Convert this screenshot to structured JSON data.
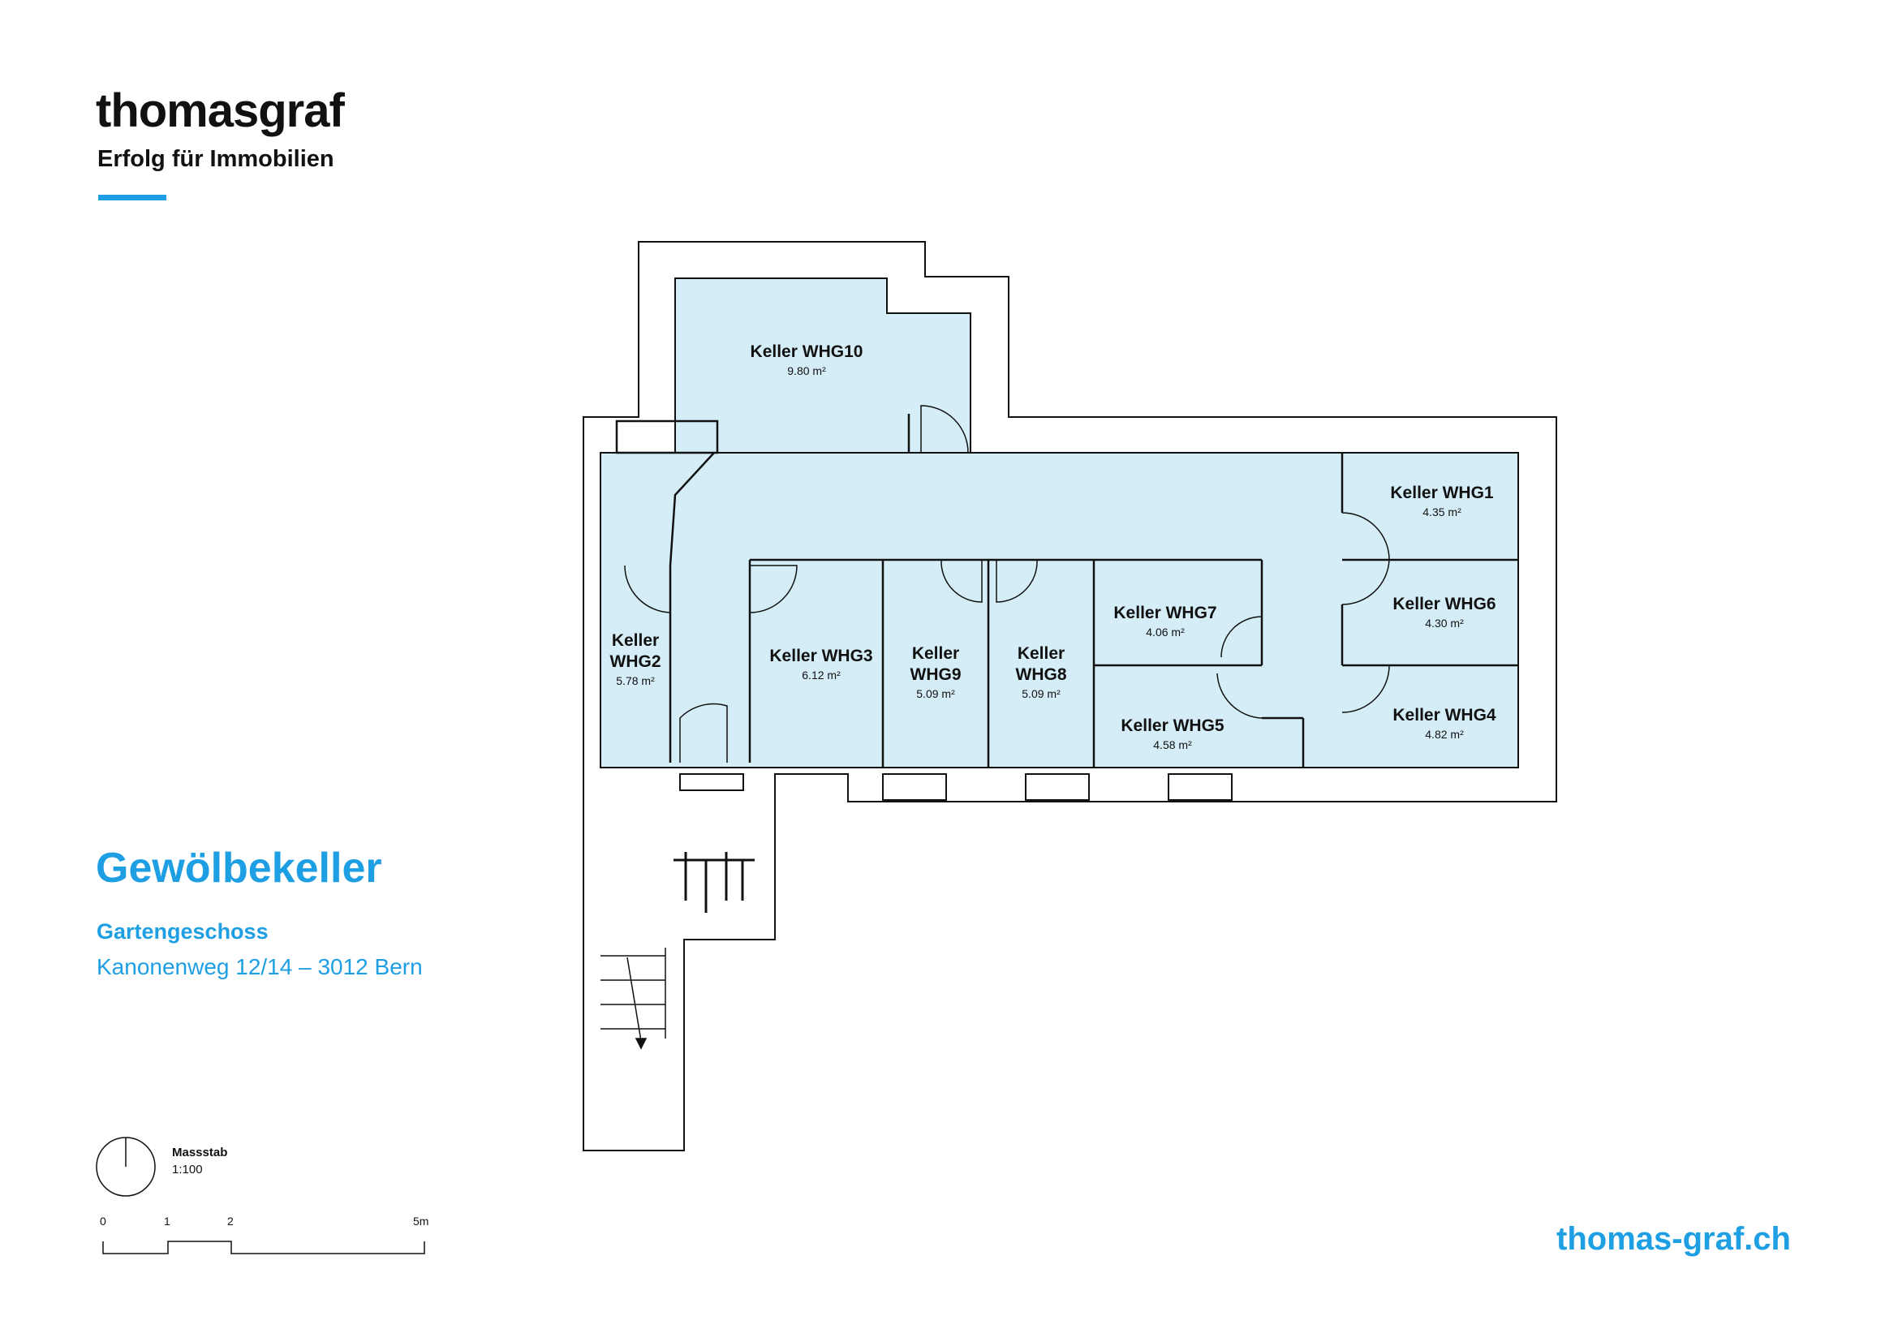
{
  "brand": {
    "name": "thomasgraf",
    "tagline": "Erfolg für Immobilien",
    "website": "thomas-graf.ch",
    "accent_color": "#1e9fe3"
  },
  "plan": {
    "title": "Gewölbekeller",
    "floor": "Gartengeschoss",
    "address": "Kanonenweg 12/14 – 3012 Bern",
    "room_fill_color": "#d5edf7",
    "rooms": [
      {
        "id": "whg10",
        "name": "Keller WHG10",
        "area": "9.80 m²"
      },
      {
        "id": "whg1",
        "name": "Keller WHG1",
        "area": "4.35 m²"
      },
      {
        "id": "whg6",
        "name": "Keller WHG6",
        "area": "4.30 m²"
      },
      {
        "id": "whg4",
        "name": "Keller WHG4",
        "area": "4.82 m²"
      },
      {
        "id": "whg7",
        "name": "Keller WHG7",
        "area": "4.06 m²"
      },
      {
        "id": "whg5",
        "name": "Keller WHG5",
        "area": "4.58 m²"
      },
      {
        "id": "whg2",
        "name_line1": "Keller",
        "name_line2": "WHG2",
        "area": "5.78 m²"
      },
      {
        "id": "whg3",
        "name": "Keller WHG3",
        "area": "6.12 m²"
      },
      {
        "id": "whg9",
        "name_line1": "Keller",
        "name_line2": "WHG9",
        "area": "5.09 m²"
      },
      {
        "id": "whg8",
        "name_line1": "Keller",
        "name_line2": "WHG8",
        "area": "5.09 m²"
      }
    ]
  },
  "scale": {
    "label": "Massstab",
    "value": "1:100",
    "ticks": [
      "0",
      "1",
      "2",
      "5m"
    ]
  }
}
